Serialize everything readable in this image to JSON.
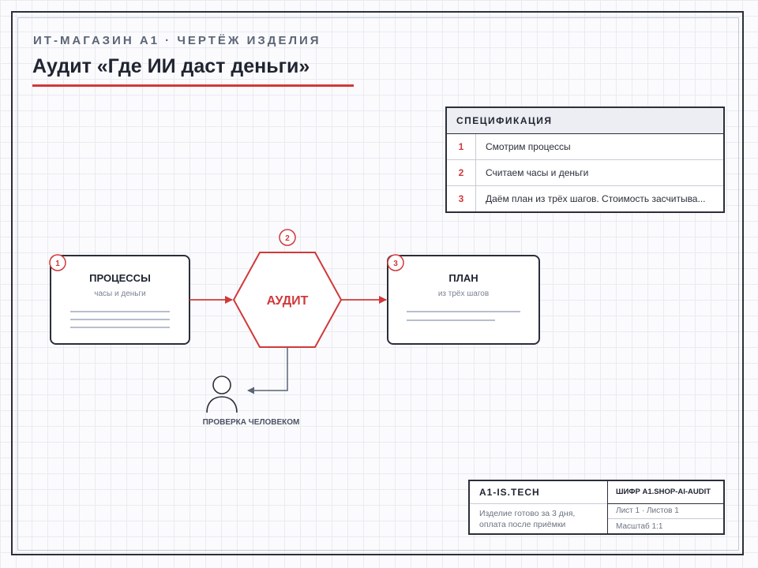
{
  "header": {
    "kicker": "ИТ-МАГАЗИН А1 · ЧЕРТЁЖ ИЗДЕЛИЯ",
    "title": "Аудит «Где ИИ даст деньги»"
  },
  "spec": {
    "heading": "СПЕЦИФИКАЦИЯ",
    "rows": [
      {
        "num": "1",
        "text": "Смотрим процессы"
      },
      {
        "num": "2",
        "text": "Считаем часы и деньги"
      },
      {
        "num": "3",
        "text": "Даём план из трёх шагов. Стоимость засчитыва..."
      }
    ]
  },
  "diagram": {
    "nodes": {
      "processes": {
        "marker": "1",
        "title": "ПРОЦЕССЫ",
        "subtitle": "часы и деньги"
      },
      "audit": {
        "marker": "2",
        "title": "АУДИТ"
      },
      "plan": {
        "marker": "3",
        "title": "ПЛАН",
        "subtitle": "из трёх шагов"
      },
      "human": {
        "label": "ПРОВЕРКА ЧЕЛОВЕКОМ",
        "icon": "person-icon"
      }
    }
  },
  "stamp": {
    "brand": "A1-IS.TECH",
    "note_line1": "Изделие готово за 3 дня,",
    "note_line2": "оплата после приёмки",
    "code": "ШИФР A1.SHOP-AI-AUDIT",
    "sheet": "Лист 1 · Листов 1",
    "scale": "Масштаб 1:1"
  },
  "colors": {
    "accent": "#d0393a",
    "ink": "#1f2430",
    "muted": "#5b6576",
    "line": "#7f8aa0"
  }
}
